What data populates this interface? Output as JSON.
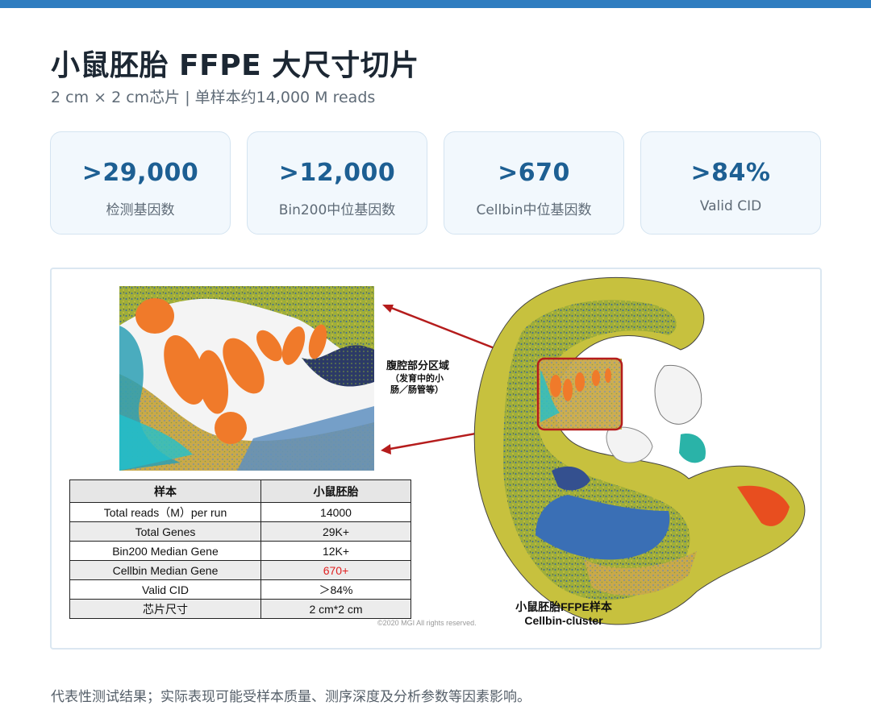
{
  "header": {
    "title": "小鼠胚胎 FFPE 大尺寸切片",
    "subtitle": "2 cm × 2 cm芯片 | 单样本约14,000 M reads"
  },
  "stats": [
    {
      "value": ">29,000",
      "label": "检测基因数"
    },
    {
      "value": ">12,000",
      "label": "Bin200中位基因数"
    },
    {
      "value": ">670",
      "label": "Cellbin中位基因数"
    },
    {
      "value": ">84%",
      "label": "Valid CID"
    }
  ],
  "figure": {
    "region_label": "腹腔部分区域",
    "region_sub": "（发育中的小肠／肠管等）",
    "caption_line1": "小鼠胚胎FFPE样本",
    "caption_line2": "Cellbin-cluster",
    "copyright": "©2020 MGI All rights reserved.",
    "table": {
      "headers": [
        "样本",
        "小鼠胚胎"
      ],
      "rows": [
        [
          "Total reads（M）per run",
          "14000"
        ],
        [
          "Total Genes",
          "29K+"
        ],
        [
          "Bin200 Median Gene",
          "12K+"
        ],
        [
          "Cellbin Median Gene",
          "670+"
        ],
        [
          "Valid CID",
          "＞84%"
        ],
        [
          "芯片尺寸",
          "2 cm*2 cm"
        ]
      ]
    }
  },
  "footnote": "代表性测试结果；实际表现可能受样本质量、测序深度及分析参数等因素影响。",
  "colors": {
    "accent": "#2f7dc0",
    "stat_value": "#1d5f93",
    "highlight_red": "#e02020",
    "arrow_red": "#b51c1c"
  }
}
